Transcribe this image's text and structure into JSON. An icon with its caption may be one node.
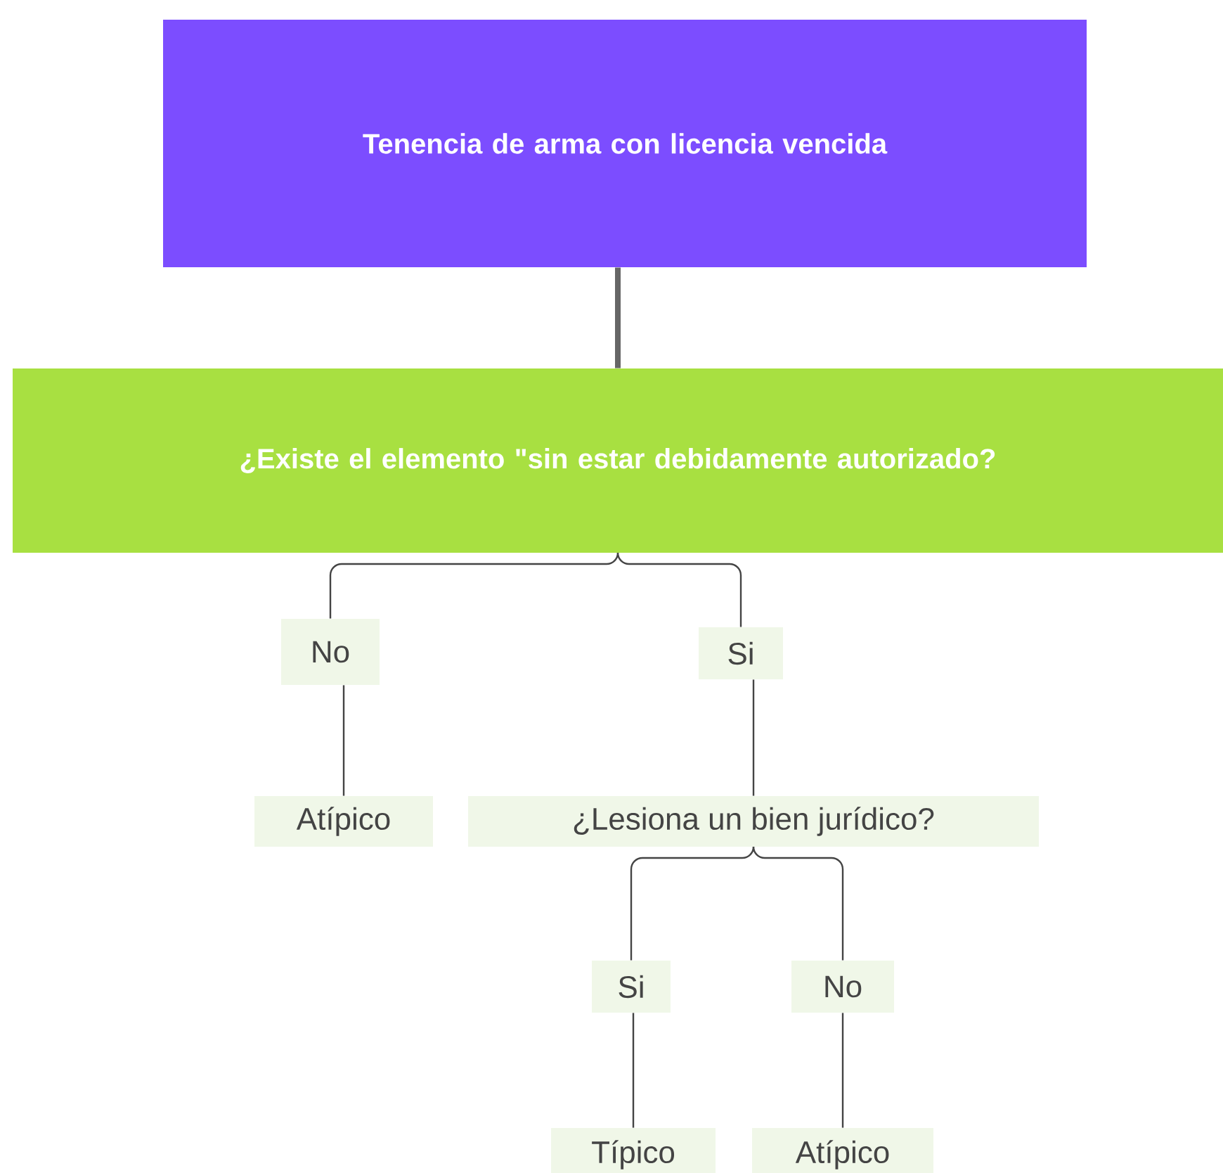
{
  "diagram": {
    "nodes": [
      {
        "text": [
          "Tenencia de arma con licencia vencida"
        ]
      },
      {
        "text": [
          "¿Existe el elemento \"sin estar debidamente autorizado?"
        ]
      },
      {
        "text": [
          "No"
        ]
      },
      {
        "text": [
          "Si"
        ]
      },
      {
        "text": [
          "Atípico"
        ]
      },
      {
        "text": [
          "¿Lesiona un bien jurídico?"
        ]
      },
      {
        "text": [
          "Si"
        ]
      },
      {
        "text": [
          "No"
        ]
      },
      {
        "text": [
          "Típico"
        ]
      },
      {
        "text": [
          "Atípico"
        ]
      }
    ],
    "edges": [
      {
        "from": 0,
        "to": 1,
        "arrow": "none",
        "style": "thick",
        "color": "#666666"
      },
      {
        "from": 1,
        "to": 2,
        "arrow": "none"
      },
      {
        "from": 1,
        "to": 3,
        "arrow": "none"
      },
      {
        "from": 2,
        "to": 4,
        "arrow": "none"
      },
      {
        "from": 3,
        "to": 5,
        "arrow": "none"
      },
      {
        "from": 5,
        "to": 6,
        "arrow": "none"
      },
      {
        "from": 5,
        "to": 7,
        "arrow": "none"
      },
      {
        "from": 6,
        "to": 8,
        "arrow": "none"
      },
      {
        "from": 7,
        "to": 9,
        "arrow": "none"
      }
    ]
  }
}
